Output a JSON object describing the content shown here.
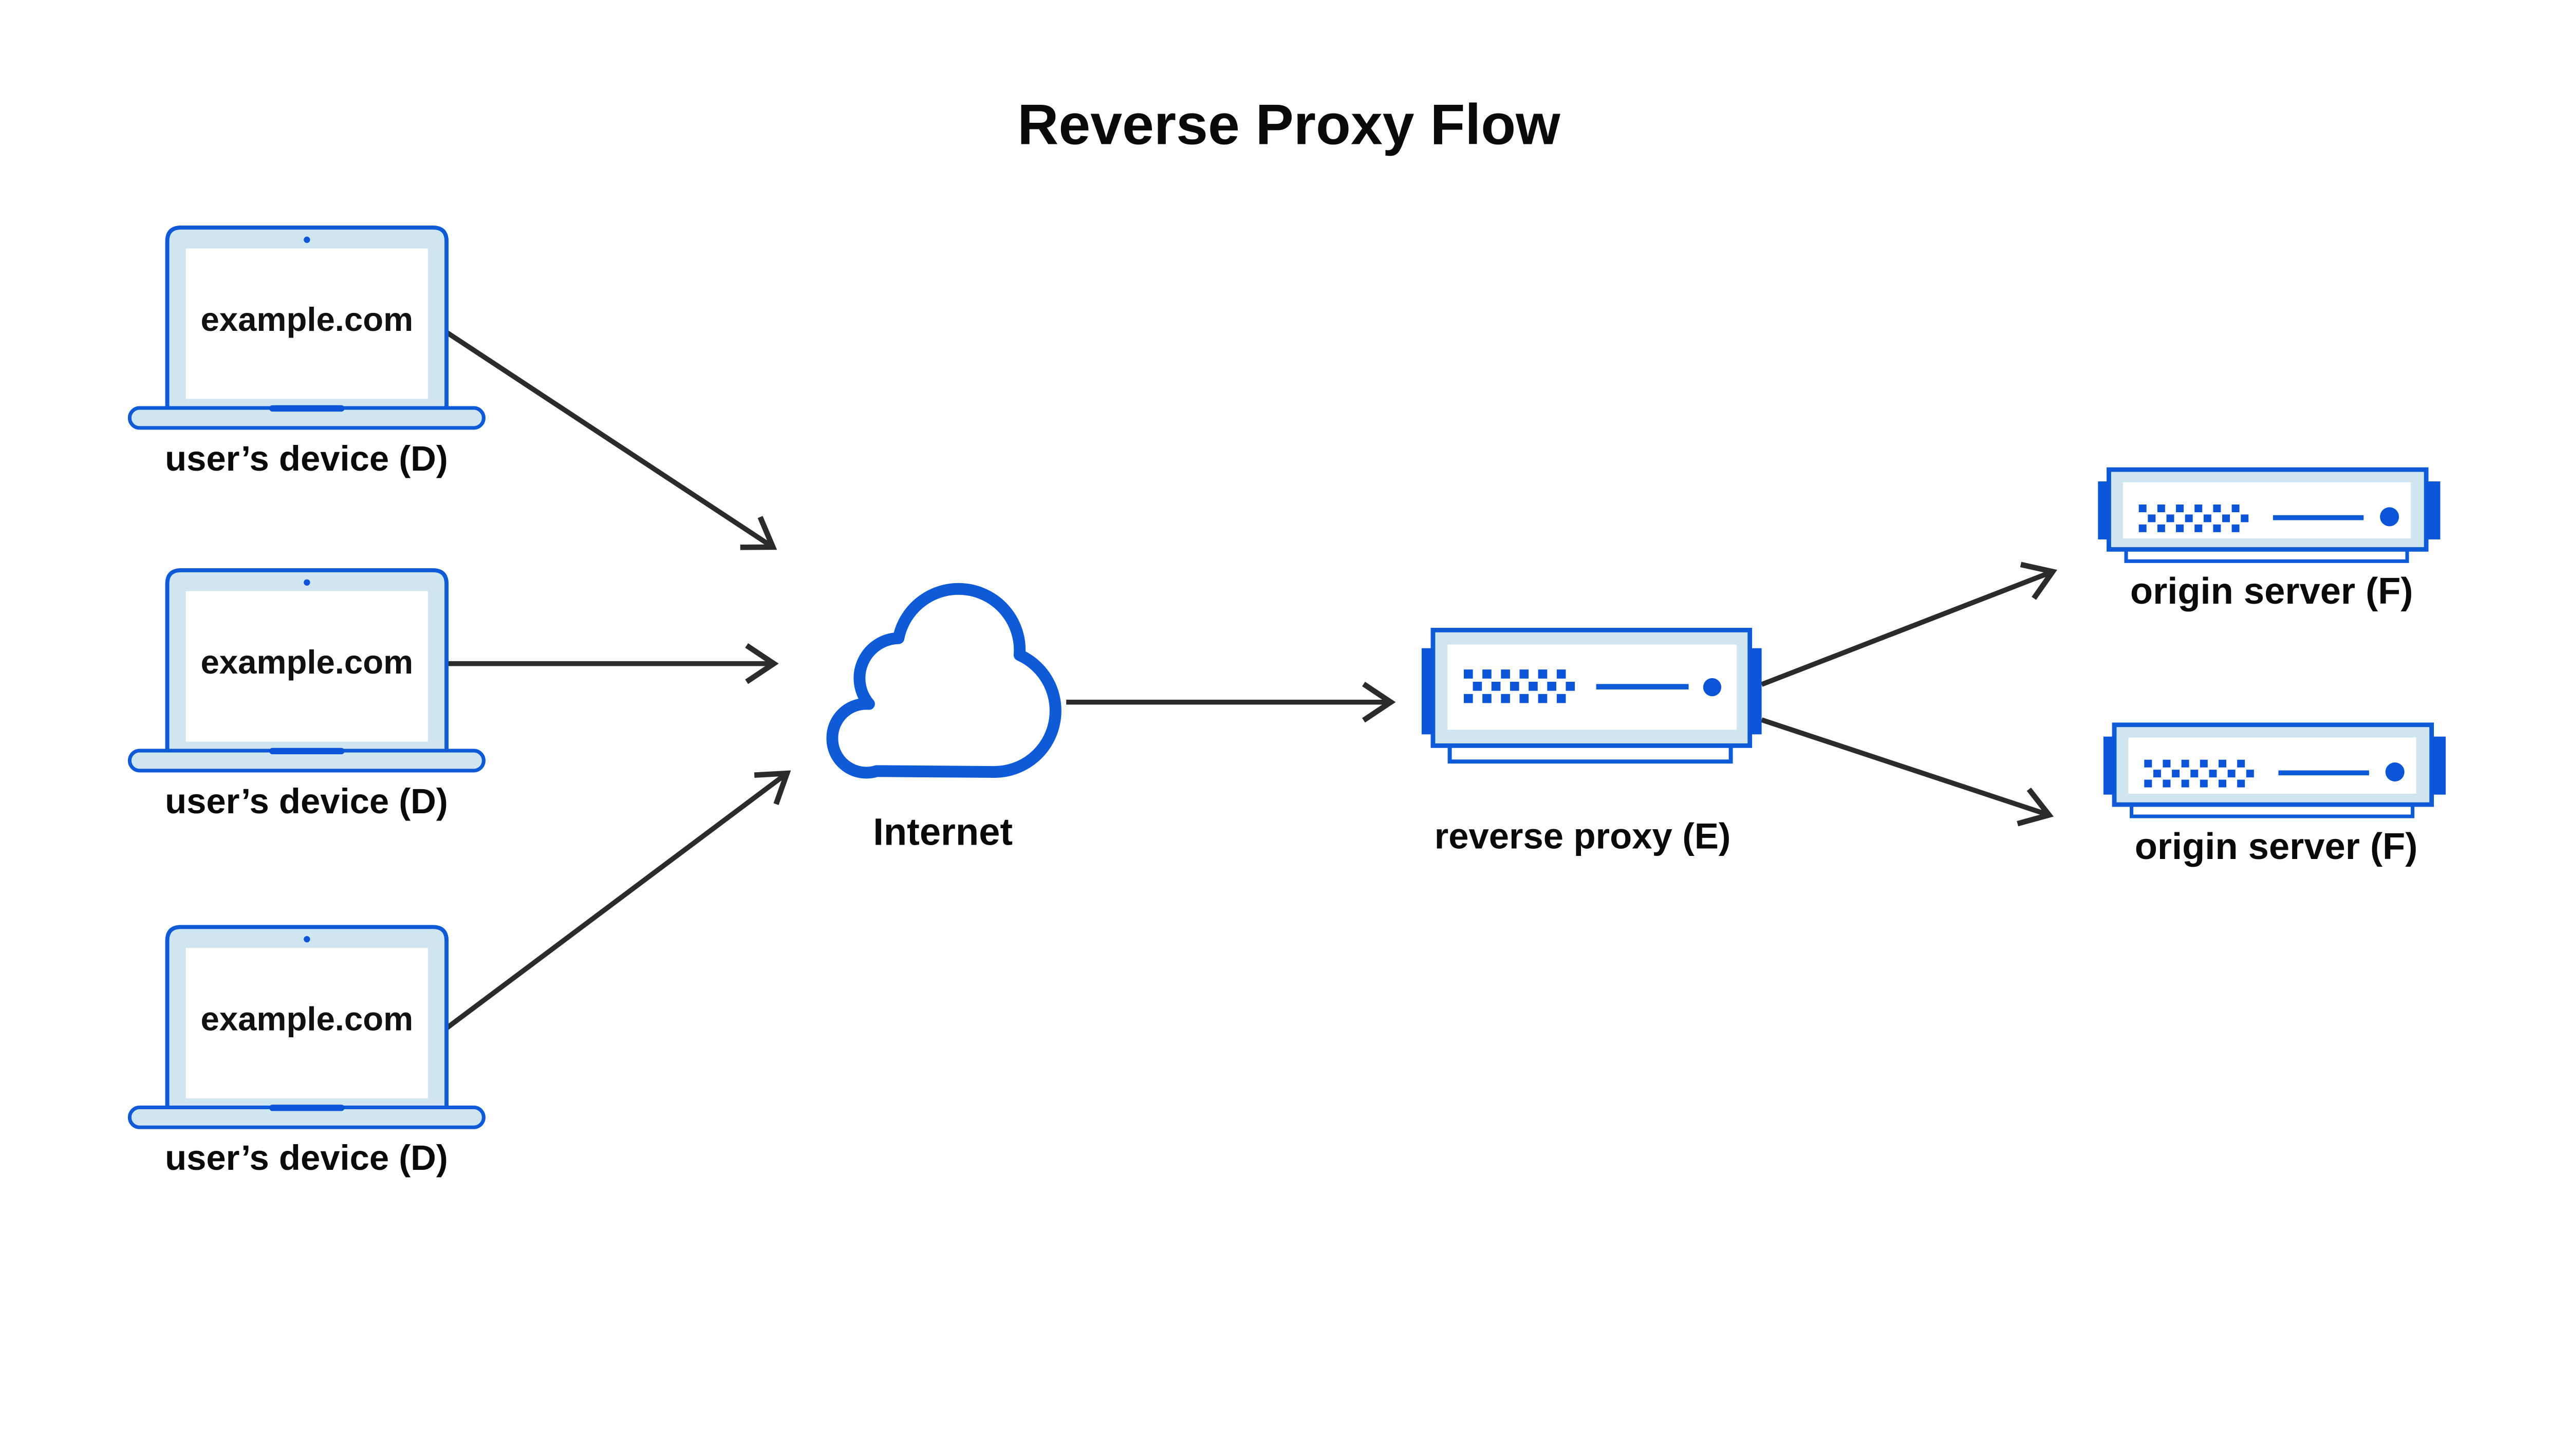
{
  "title": "Reverse Proxy Flow",
  "colors": {
    "accent_blue": "#0F5AD7",
    "solid_blue": "#0C54D8",
    "light_blue": "#CFE6F0",
    "arrow_color": "#2b2b2b",
    "text_color": "#0a0a0a"
  },
  "devices": [
    {
      "id": "user-device-1",
      "screen_text": "example.com",
      "label": "user’s device (D)"
    },
    {
      "id": "user-device-2",
      "screen_text": "example.com",
      "label": "user’s device (D)"
    },
    {
      "id": "user-device-3",
      "screen_text": "example.com",
      "label": "user’s device (D)"
    }
  ],
  "internet": {
    "id": "internet",
    "label": "Internet"
  },
  "reverse_proxy": {
    "id": "reverse-proxy",
    "label": "reverse proxy (E)"
  },
  "origin_servers": [
    {
      "id": "origin-server-1",
      "label": "origin server (F)"
    },
    {
      "id": "origin-server-2",
      "label": "origin server (F)"
    }
  ],
  "edges": [
    {
      "from": "user-device-1",
      "to": "internet"
    },
    {
      "from": "user-device-2",
      "to": "internet"
    },
    {
      "from": "user-device-3",
      "to": "internet"
    },
    {
      "from": "internet",
      "to": "reverse-proxy"
    },
    {
      "from": "reverse-proxy",
      "to": "origin-server-1"
    },
    {
      "from": "reverse-proxy",
      "to": "origin-server-2"
    }
  ]
}
